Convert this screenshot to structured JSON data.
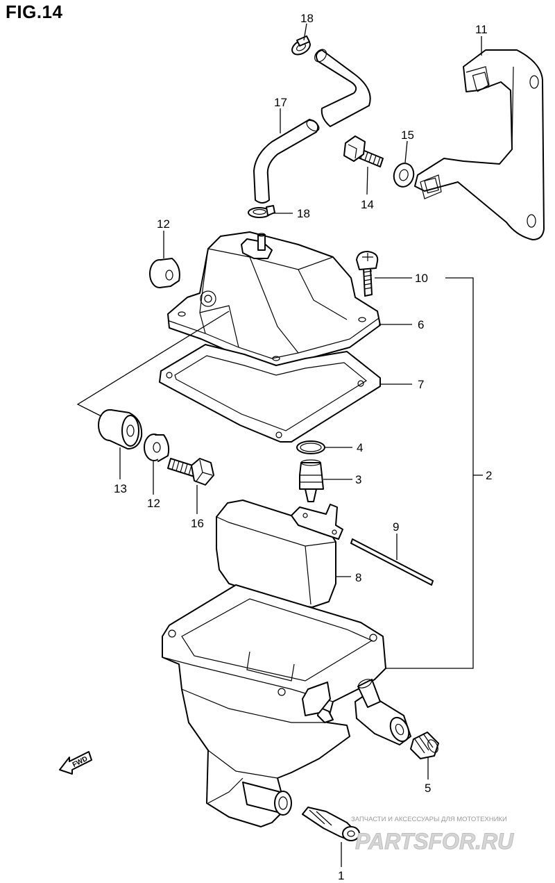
{
  "figure": {
    "title": "FIG.14"
  },
  "callouts": [
    {
      "key": "c18a",
      "label": "18"
    },
    {
      "key": "c11",
      "label": "11"
    },
    {
      "key": "c17",
      "label": "17"
    },
    {
      "key": "c15",
      "label": "15"
    },
    {
      "key": "c14",
      "label": "14"
    },
    {
      "key": "c18b",
      "label": "18"
    },
    {
      "key": "c12a",
      "label": "12"
    },
    {
      "key": "c10",
      "label": "10"
    },
    {
      "key": "c6",
      "label": "6"
    },
    {
      "key": "c7",
      "label": "7"
    },
    {
      "key": "c4",
      "label": "4"
    },
    {
      "key": "c3",
      "label": "3"
    },
    {
      "key": "c2",
      "label": "2"
    },
    {
      "key": "c13",
      "label": "13"
    },
    {
      "key": "c12b",
      "label": "12"
    },
    {
      "key": "c16",
      "label": "16"
    },
    {
      "key": "c9",
      "label": "9"
    },
    {
      "key": "c8",
      "label": "8"
    },
    {
      "key": "c5",
      "label": "5"
    },
    {
      "key": "c1",
      "label": "1"
    }
  ],
  "fwd_indicator": {
    "label": "FWD"
  },
  "watermark": {
    "tagline": "ЗАПЧАСТИ И АКСЕССУАРЫ ДЛЯ МОТОТЕХНИКИ",
    "logo": "PARTSFOR.RU"
  }
}
